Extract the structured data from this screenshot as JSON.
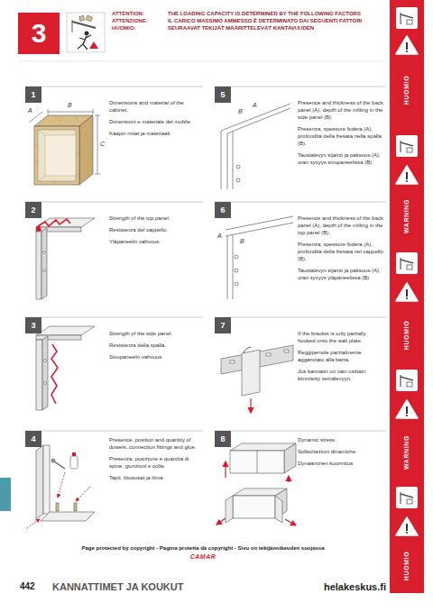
{
  "diagram": {
    "nodes": [
      {
        "text": [
          "3"
        ]
      },
      {
        "text": [
          "1"
        ]
      },
      {
        "text": [
          "2"
        ]
      },
      {
        "text": [
          "3"
        ]
      },
      {
        "text": [
          "4"
        ]
      },
      {
        "text": [
          "5"
        ]
      },
      {
        "text": [
          "6"
        ]
      },
      {
        "text": [
          "7"
        ]
      },
      {
        "text": [
          "8"
        ]
      }
    ],
    "labels": [
      "ATTENTION:",
      "THE LOADING CAPACITY IS DETERMINED BY THE FOLLOWING FACTORS",
      "ATTENZIONE:",
      "IL CARICO MASSIMO AMMESSO È DETERMINATO DAI SEGUENTI FATTORI",
      "HUOMIO:",
      "SEURAAVAT TEKIJÄT MÄÄRITTELEVÄT KANTAVUUDEN",
      "Dimensions and material of the cabinet.",
      "Dimensioni e materiale del mobile",
      "Kaapin mitat ja materiaali",
      "A",
      "B",
      "C",
      "Strength of the top panel.",
      "Resistenza del cappello.",
      "Yläpaneelin vahvuus.",
      "Strength of the side panel.",
      "Resistenza della spalla.",
      "Sivupaneelin vahvuus",
      "Presence, position and quantity of dowels, connection fittings and glue.",
      "Presenza, posizione e quantità di spine, giunzioni e colla.",
      "Tapit, liitososat ja liima",
      "Presence and thickness of the back panel (A), depth of the milling in the side panel (B).",
      "Presenza, spessore fodera (A), profondità della fresata nella spalla (B).",
      "Taustalevyn sijainti ja paksuus (A), uran syvyys sivupaneelissa (B)",
      "B",
      "A",
      "Presence and thickness of the back panel (A), depth of the milling in the top panel (B).",
      "Presenza, spessore fodera (A), profondità della fresata nel cappello (B).",
      "Taustalevyn sijainti ja paksuus (A), uran syvyys yläpaneelissa (B)",
      "A",
      "B",
      "If the bracket is only partially hooked onto the wall plate.",
      "Reggipensile parzialmente agganciato alla barra.",
      "Jos kannatin on vain osittain kiinnitetty seinälevyyn.",
      "Dynamic stress.",
      "Sollecitazioni dinamiche.",
      "Dynaaminen kuormitus",
      "HUOMIO",
      "WARNING",
      "HUOMIO",
      "WARNING",
      "HUOMIO",
      "Page protected by copyright - Pagina protetta da copyright - Sivu on tekijänoikeuden suojassa",
      "CAMAR",
      "442",
      "KANNATTIMET JA KOUKUT",
      "helakeskus.fi"
    ]
  }
}
